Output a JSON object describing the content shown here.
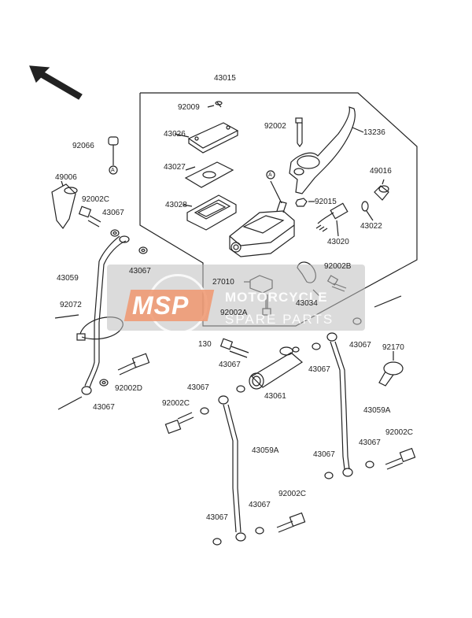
{
  "labels": {
    "l43015": "43015",
    "l92009": "92009",
    "l92002": "92002",
    "l13236": "13236",
    "l92066": "92066",
    "l43026": "43026",
    "l43027": "43027",
    "l49016": "49016",
    "l49006": "49006",
    "l92002c_a": "92002C",
    "l43028": "43028",
    "l92015": "92015",
    "l43067_a": "43067",
    "l43022": "43022",
    "l43020": "43020",
    "l43059": "43059",
    "l43067_b": "43067",
    "l92002b": "92002B",
    "l27010": "27010",
    "l43034": "43034",
    "l92072": "92072",
    "l92002a": "92002A",
    "l130": "130",
    "l43067_c": "43067",
    "l92170": "92170",
    "l43067_d": "43067",
    "l43067_e": "43067",
    "l92002d": "92002D",
    "l43061": "43061",
    "l43067_f": "43067",
    "l43067_g": "43067",
    "l92002c_b": "92002C",
    "l43059a_a": "43059A",
    "l92002c_c": "92002C",
    "l43059a_b": "43059A",
    "l43067_h": "43067",
    "l43067_i": "43067",
    "l92002c_d": "92002C",
    "l43067_j": "43067",
    "l43067_k": "43067",
    "ref_a1": "A",
    "ref_a2": "A"
  },
  "watermark": {
    "logo": "MSP",
    "line1": "MOTORCYCLE",
    "line2": "SPARE PARTS"
  }
}
